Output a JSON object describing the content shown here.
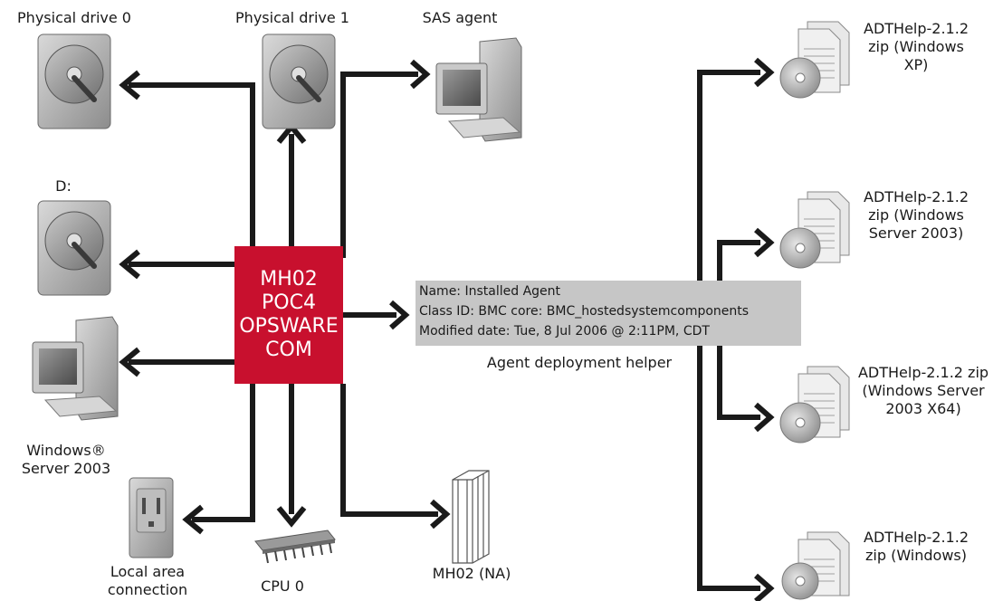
{
  "center_node": {
    "lines": [
      "MH02",
      "POC4",
      "OPSWARE",
      "COM"
    ]
  },
  "info_box": {
    "name": "Name: Installed Agent",
    "class_id": "Class ID: BMC core: BMC_hostedsystemcomponents",
    "modified": "Modified date: Tue, 8 Jul 2006 @ 2:11PM, CDT",
    "caption": "Agent deployment helper"
  },
  "nodes": {
    "physical_drive_0": "Physical drive 0",
    "physical_drive_1": "Physical drive 1",
    "sas_agent": "SAS agent",
    "drive_d": "D:",
    "windows_server": "Windows® Server 2003",
    "local_area_connection": "Local area connection",
    "cpu": "CPU 0",
    "mh02_na": "MH02 (NA)"
  },
  "packages": [
    "ADTHelp-2.1.2 zip (Windows XP)",
    "ADTHelp-2.1.2 zip (Windows Server 2003)",
    "ADTHelp-2.1.2 zip (Windows Server 2003 X64)",
    "ADTHelp-2.1.2 zip (Windows)"
  ],
  "colors": {
    "center": "#c8102e",
    "info_box": "#c6c6c6",
    "connector": "#1a1a1a"
  }
}
